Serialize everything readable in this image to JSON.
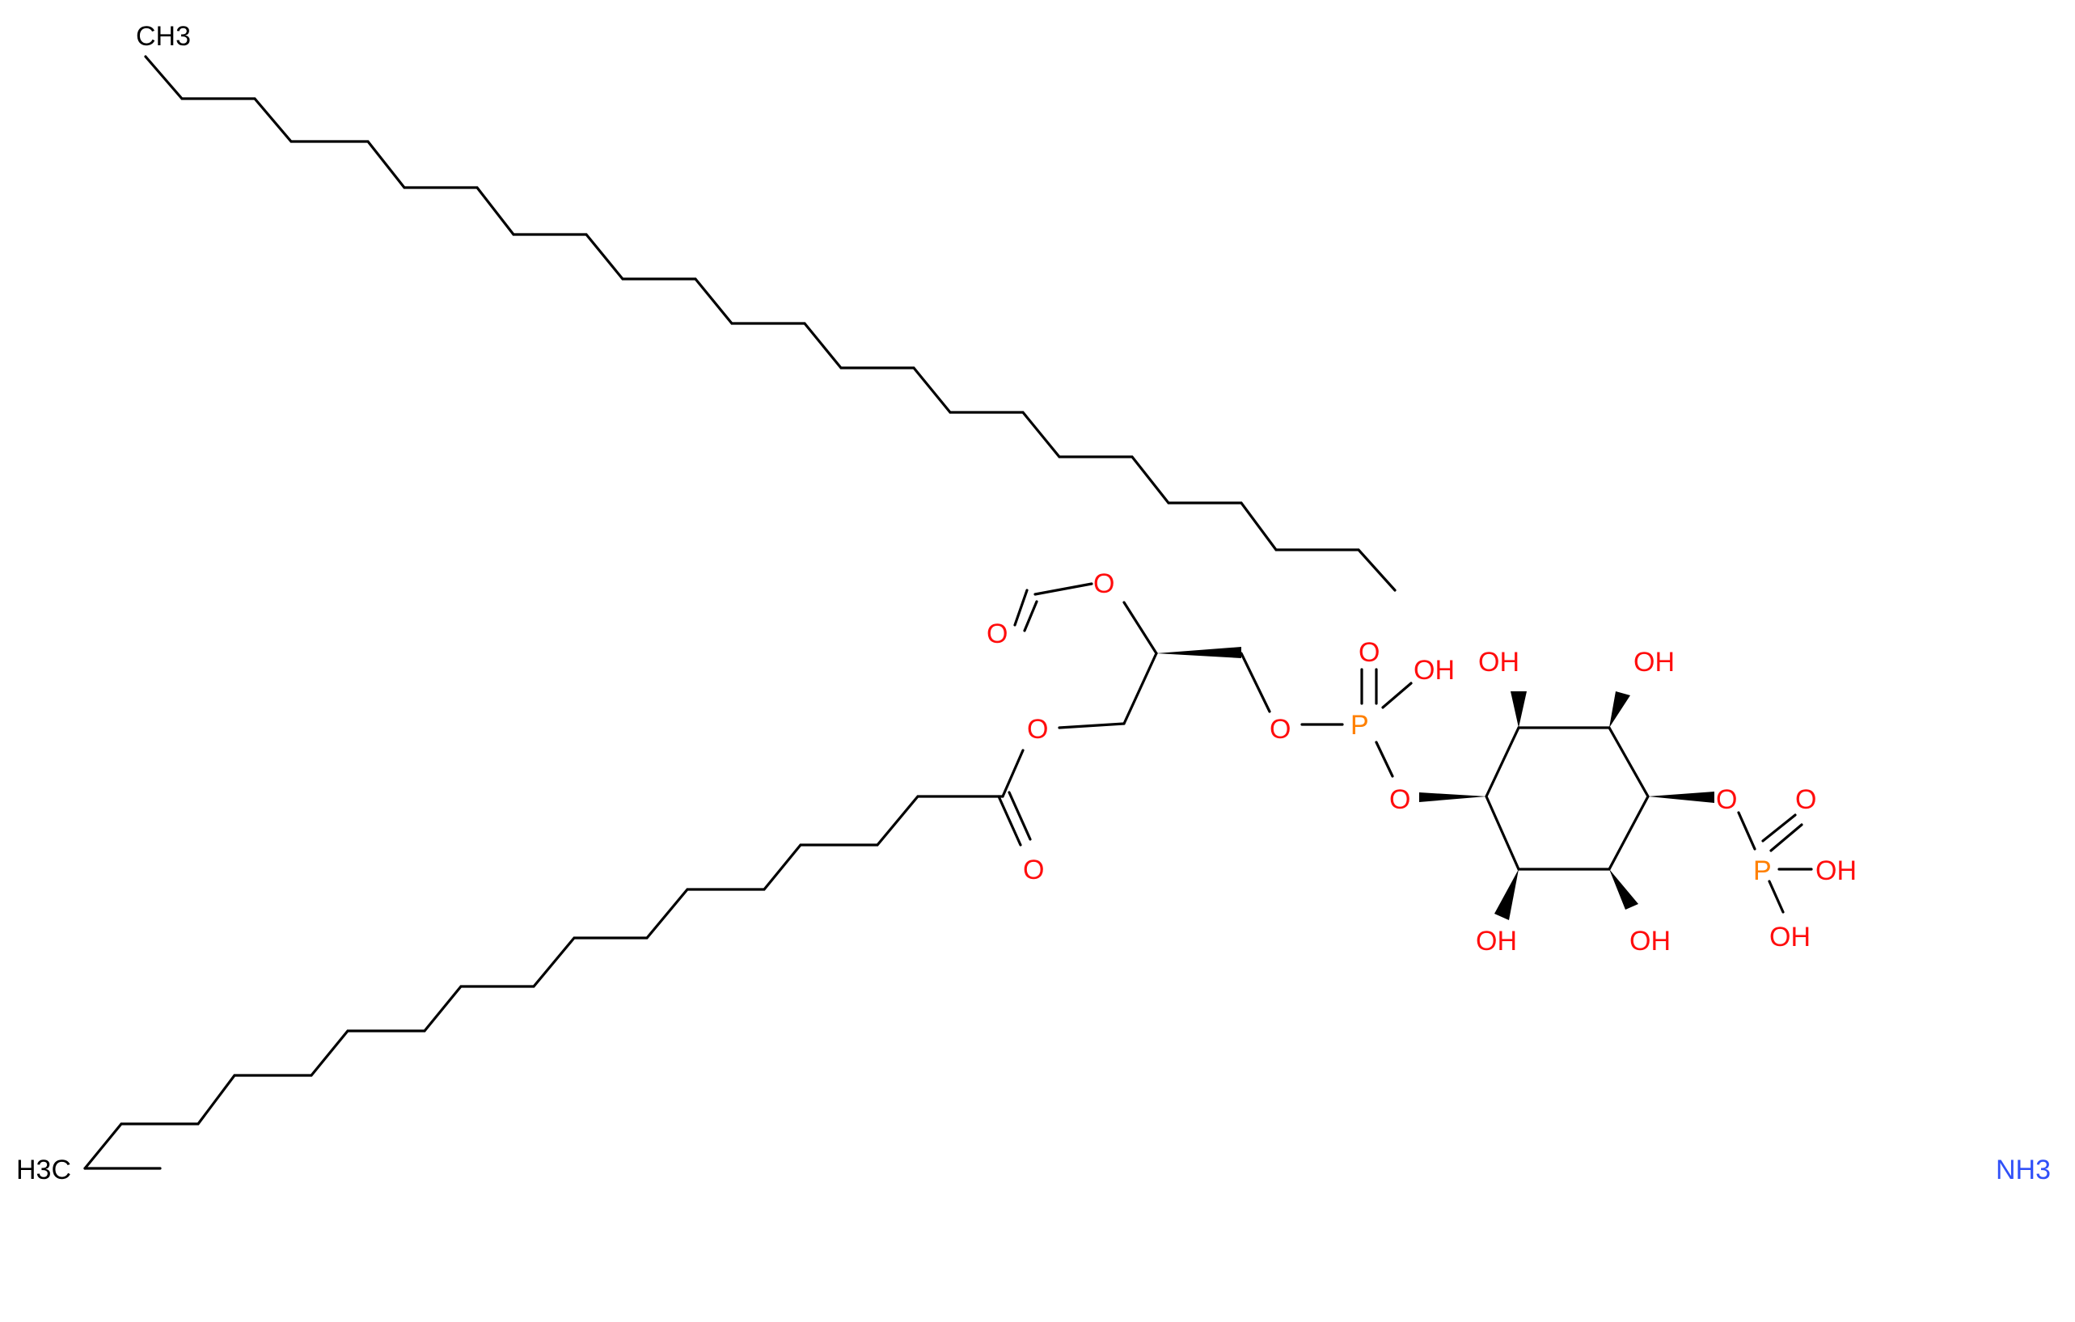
{
  "diagram": {
    "type": "chemical-structure",
    "colors": {
      "bond": "#000000",
      "oxygen": "#ff0d0d",
      "phosphorus": "#ff8000",
      "nitrogen": "#3050f8",
      "carbon": "#000000"
    },
    "labels": {
      "ch3_top": "CH3",
      "ch3_bottom": "H3C",
      "o_ester_top": "O",
      "o_carbonyl_top": "O",
      "o_ester_bottom": "O",
      "o_carbonyl_bottom": "O",
      "o_glycerol": "O",
      "p1": "P",
      "p1_oxo": "O",
      "p1_oh": "OH",
      "o_bridge1": "O",
      "oh_ring_top_left": "OH",
      "oh_ring_top_right": "OH",
      "oh_ring_bottom_left": "OH",
      "oh_ring_bottom_right": "OH",
      "o_bridge2": "O",
      "p2": "P",
      "p2_oxo": "O",
      "p2_oh1": "OH",
      "p2_oh2": "OH",
      "nh3": "NH3"
    }
  }
}
